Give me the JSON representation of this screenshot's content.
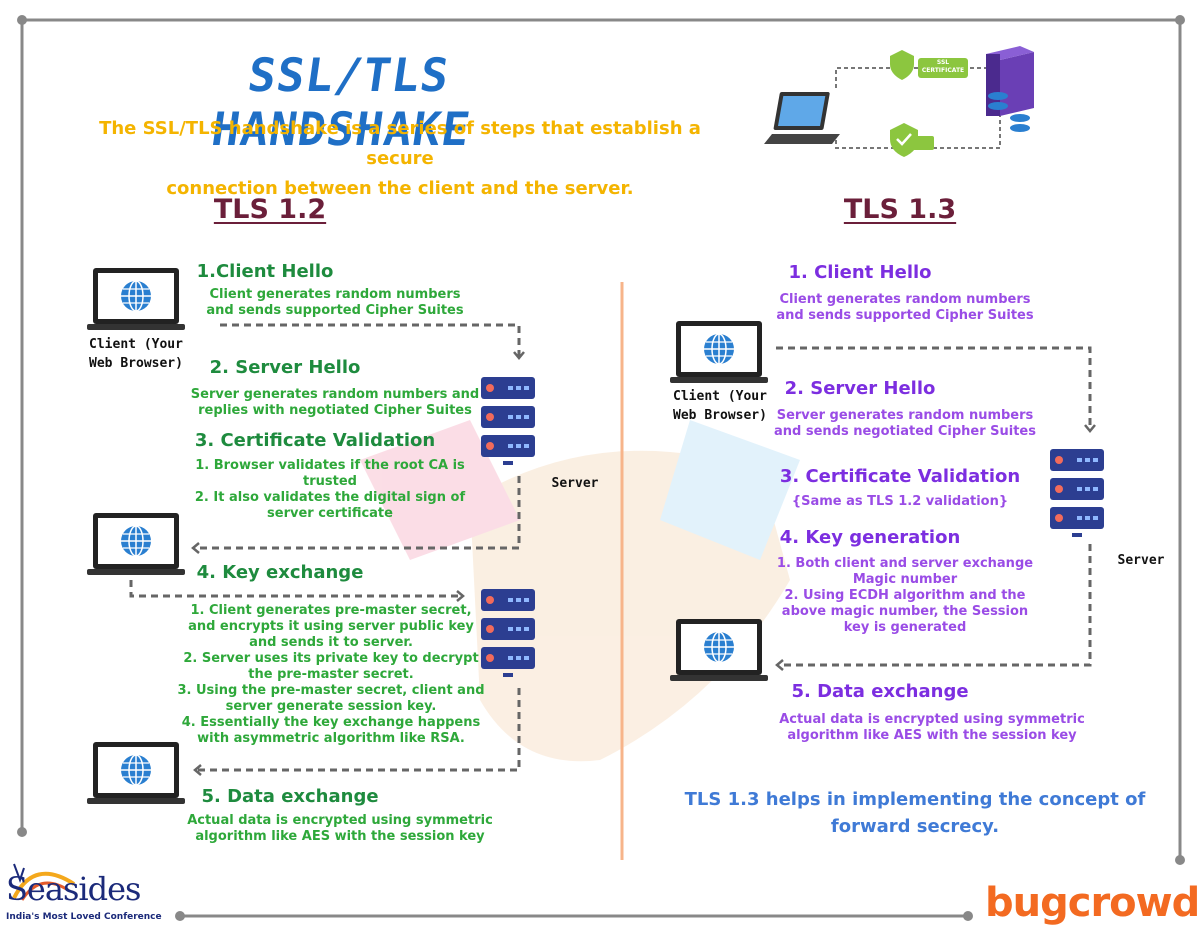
{
  "title": "SSL/TLS HANDSHAKE",
  "subtitle": "The SSL/TLS handshake is a series of steps that establish a secure\nconnection between the client and the server.",
  "ssl_certificate_badge": "SSL\nCERTIFICATE",
  "tls12": {
    "header": "TLS 1.2",
    "client_label": "Client (Your\nWeb Browser)",
    "server_label": "Server",
    "steps": [
      {
        "title": "1.Client Hello",
        "desc": "Client generates random numbers\nand sends supported Cipher Suites"
      },
      {
        "title": "2. Server Hello",
        "desc": "Server generates random numbers and\nreplies with negotiated Cipher Suites"
      },
      {
        "title": "3. Certificate Validation",
        "desc": "1. Browser validates if the root CA is\ntrusted\n2. It also validates the digital sign of\nserver certificate"
      },
      {
        "title": "4. Key exchange",
        "desc": "1. Client generates pre-master secret,\nand encrypts it using server public key\nand sends it to server.\n2. Server uses its private key to decrypt\nthe pre-master secret.\n3. Using the pre-master secret, client and\nserver generate session key.\n4. Essentially the key exchange happens\nwith asymmetric algorithm like RSA."
      },
      {
        "title": "5. Data exchange",
        "desc": "Actual data is encrypted using symmetric\nalgorithm like AES with the session key"
      }
    ]
  },
  "tls13": {
    "header": "TLS 1.3",
    "client_label": "Client (Your\nWeb Browser)",
    "server_label": "Server",
    "steps": [
      {
        "title": "1. Client Hello",
        "desc": "Client generates random numbers\nand sends supported Cipher Suites"
      },
      {
        "title": "2. Server Hello",
        "desc": "Server generates random numbers\nand sends negotiated Cipher Suites"
      },
      {
        "title": "3. Certificate Validation",
        "desc": "{Same as TLS 1.2 validation}"
      },
      {
        "title": "4. Key generation",
        "desc": "1. Both client and server exchange\nMagic number\n2. Using ECDH algorithm and the\nabove magic number, the Session\nkey is generated"
      },
      {
        "title": "5. Data exchange",
        "desc": "Actual data is encrypted using symmetric\nalgorithm like AES with the session key"
      }
    ],
    "note": "TLS 1.3 helps in implementing the concept of\nforward secrecy."
  },
  "footer": {
    "left_logo": "Seasides",
    "left_tagline": "India's Most Loved Conference",
    "right_logo": "bugcrowd"
  },
  "colors": {
    "title": "#1f6fc6",
    "subtitle": "#f4b400",
    "header": "#6b1f3a",
    "tls12_step": "#1e8b3e",
    "tls13_step": "#7c2ee0",
    "server_blue": "#2c3e91",
    "globe_blue": "#2a7fd0",
    "divider": "#f7b48a",
    "bugcrowd": "#f36a21"
  }
}
